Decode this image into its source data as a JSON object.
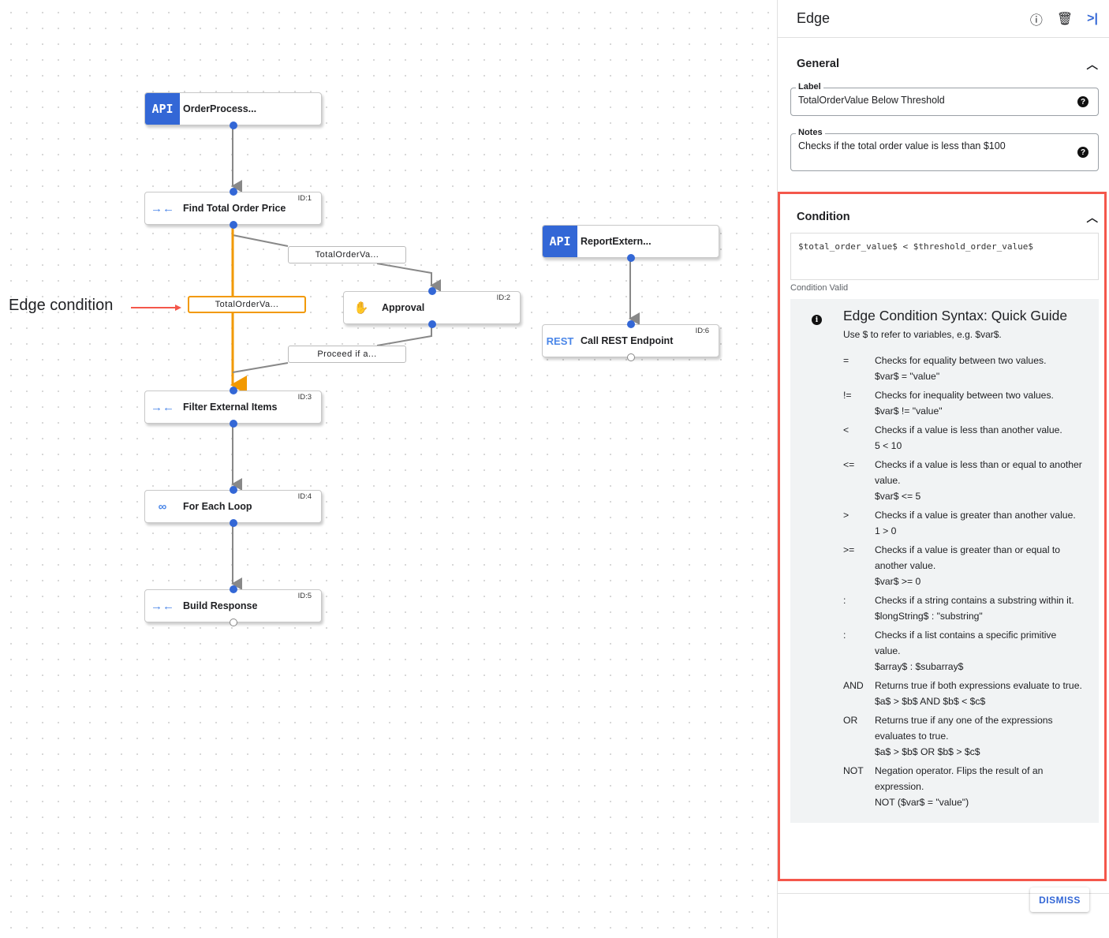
{
  "canvas": {
    "annotation": "Edge condition",
    "nodes": [
      {
        "key": "order",
        "name": "OrderProcess...",
        "icon": "api-icon",
        "icon_text": "API",
        "id": ""
      },
      {
        "key": "find",
        "name": "Find Total Order Price",
        "icon": "merge-arrows-icon",
        "icon_text": "→←",
        "id": "ID:1"
      },
      {
        "key": "approval",
        "name": "Approval",
        "icon": "hand-icon",
        "icon_text": "✋",
        "id": "ID:2"
      },
      {
        "key": "filter",
        "name": "Filter External Items",
        "icon": "merge-arrows-icon",
        "icon_text": "→←",
        "id": "ID:3"
      },
      {
        "key": "foreach",
        "name": "For Each Loop",
        "icon": "infinity-icon",
        "icon_text": "∞",
        "id": "ID:4"
      },
      {
        "key": "build",
        "name": "Build Response",
        "icon": "merge-arrows-icon",
        "icon_text": "→←",
        "id": "ID:5"
      },
      {
        "key": "report",
        "name": "ReportExtern...",
        "icon": "api-icon",
        "icon_text": "API",
        "id": ""
      },
      {
        "key": "rest",
        "name": "Call REST Endpoint",
        "icon": "rest-icon",
        "icon_text": "REST",
        "id": "ID:6"
      }
    ],
    "edge_labels": [
      "TotalOrderVa...",
      "TotalOrderVa...",
      "Proceed if a..."
    ],
    "colors": {
      "selected_edge": "#f29900",
      "edge": "#888888",
      "port": "#3367d6",
      "api": "#3367d6",
      "highlight": "#f4574b"
    }
  },
  "panel": {
    "title": "Edge",
    "general": {
      "title": "General",
      "label_legend": "Label",
      "label_value": "TotalOrderValue Below Threshold",
      "notes_legend": "Notes",
      "notes_value": "Checks if the total order value is less than $100"
    },
    "condition": {
      "title": "Condition",
      "expression": "$total_order_value$ < $threshold_order_value$",
      "status": "Condition Valid"
    },
    "guide": {
      "title": "Edge Condition Syntax: Quick Guide",
      "intro": "Use $ to refer to variables, e.g. $var$.",
      "rows": [
        {
          "op": "=",
          "desc": "Checks for equality between two values.",
          "ex": "$var$ = \"value\""
        },
        {
          "op": "!=",
          "desc": "Checks for inequality between two values.",
          "ex": "$var$ != \"value\""
        },
        {
          "op": "<",
          "desc": "Checks if a value is less than another value.",
          "ex": "5 < 10"
        },
        {
          "op": "<=",
          "desc": "Checks if a value is less than or equal to another value.",
          "ex": "$var$ <= 5"
        },
        {
          "op": ">",
          "desc": "Checks if a value is greater than another value.",
          "ex": "1 > 0"
        },
        {
          "op": ">=",
          "desc": "Checks if a value is greater than or equal to another value.",
          "ex": "$var$ >= 0"
        },
        {
          "op": ":",
          "desc": "Checks if a string contains a substring within it.",
          "ex": "$longString$ : \"substring\""
        },
        {
          "op": ":",
          "desc": "Checks if a list contains a specific primitive value.",
          "ex": "$array$ : $subarray$"
        },
        {
          "op": "AND",
          "desc": "Returns true if both expressions evaluate to true.",
          "ex": "$a$ > $b$ AND $b$ < $c$"
        },
        {
          "op": "OR",
          "desc": "Returns true if any one of the expressions evaluates to true.",
          "ex": "$a$ > $b$ OR $b$ > $c$"
        },
        {
          "op": "NOT",
          "desc": "Negation operator. Flips the result of an expression.",
          "ex": "NOT ($var$ = \"value\")"
        }
      ]
    },
    "dismiss": "DISMISS"
  }
}
